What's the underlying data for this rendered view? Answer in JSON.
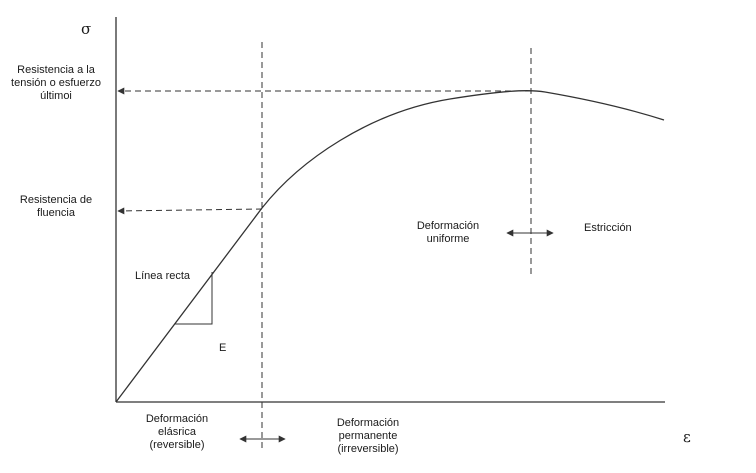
{
  "axes": {
    "y_symbol": "σ",
    "x_symbol": "ε"
  },
  "labels": {
    "tensile_strength": [
      "Resistencia a la",
      "tensión o esfuerzo",
      "últimoi"
    ],
    "yield_strength": [
      "Resistencia de",
      "fluencia"
    ],
    "straight_line": "Línea recta",
    "modulus": "E",
    "uniform_deformation": [
      "Deformación",
      "uniforme"
    ],
    "necking": "Estricción",
    "elastic_deformation": [
      "Deformación",
      "elásrica",
      "(reversible)"
    ],
    "permanent_deformation": [
      "Deformación",
      "permanente",
      "(irreversible)"
    ]
  },
  "colors": {
    "line": "#333333",
    "text": "#1a1a1a",
    "background": "#ffffff"
  }
}
